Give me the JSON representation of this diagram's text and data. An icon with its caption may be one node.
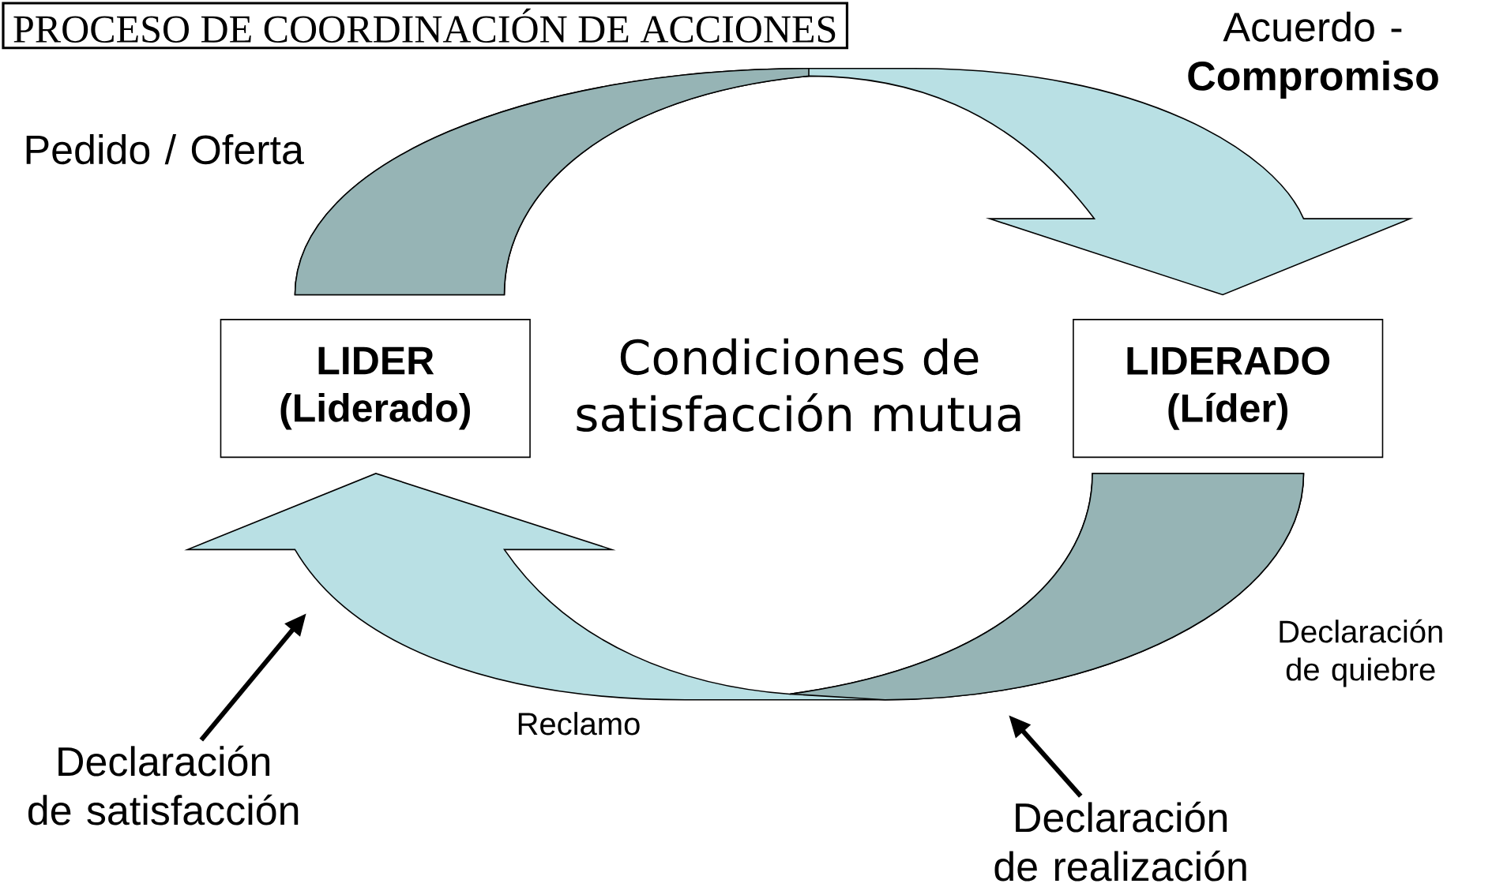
{
  "diagram": {
    "title": "PROCESO DE COORDINACIÓN DE ACCIONES",
    "nodes": [
      {
        "text": [
          "LIDER (Liderado)"
        ]
      },
      {
        "text": [
          "LIDERADO (Líder)"
        ]
      },
      {
        "text": [
          "Declaración de satisfacción"
        ]
      },
      {
        "text": [
          "Declaración de realización"
        ]
      }
    ],
    "edges": [
      {
        "from": 0,
        "to": 1,
        "arrow": "to"
      },
      {
        "from": 1,
        "to": 0,
        "arrow": "to"
      },
      {
        "from": 2,
        "to": null,
        "arrow": "to"
      },
      {
        "from": 3,
        "to": null,
        "arrow": "to"
      }
    ],
    "labels": [
      "Acuerdo - **Compromiso**",
      "Pedido / Oferta",
      "Condiciones de satisfacción mutua",
      "Declaración de quiebre",
      "Reclamo"
    ]
  }
}
